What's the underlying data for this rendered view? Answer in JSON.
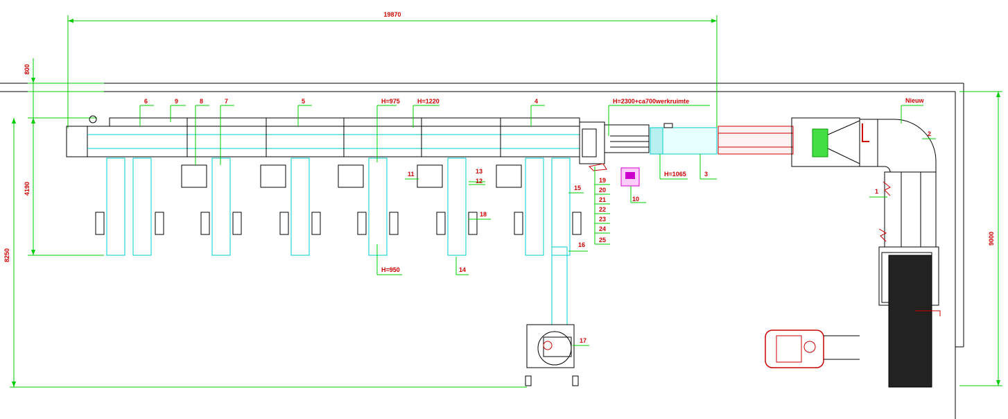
{
  "dimensions": {
    "total_length": "19870",
    "top_offset": "800",
    "inner_height": "4190",
    "left_height": "8250",
    "right_height": "9000"
  },
  "labels": {
    "l1": "1",
    "l2": "2",
    "l3": "3",
    "l4": "4",
    "l5": "5",
    "l6": "6",
    "l7": "7",
    "l8": "8",
    "l9": "9",
    "l10": "10",
    "l11": "11",
    "l12": "12",
    "l13": "13",
    "l14": "14",
    "l15": "15",
    "l16": "16",
    "l17": "17",
    "l18": "18",
    "l19": "19",
    "l20": "20",
    "l21": "21",
    "l22": "22",
    "l23": "23",
    "l24": "24",
    "l25": "25",
    "nieuw": "Nieuw"
  },
  "heights": {
    "h975": "H=975",
    "h1220": "H=1220",
    "h950": "H=950",
    "h1065": "H=1065",
    "h2300": "H=2300+ca700werkruimte"
  },
  "colors": {
    "dimension": "#00cc00",
    "outline": "#000000",
    "conveyor": "#00cccc",
    "text": "#cc0000",
    "accent": "#cc00cc"
  }
}
